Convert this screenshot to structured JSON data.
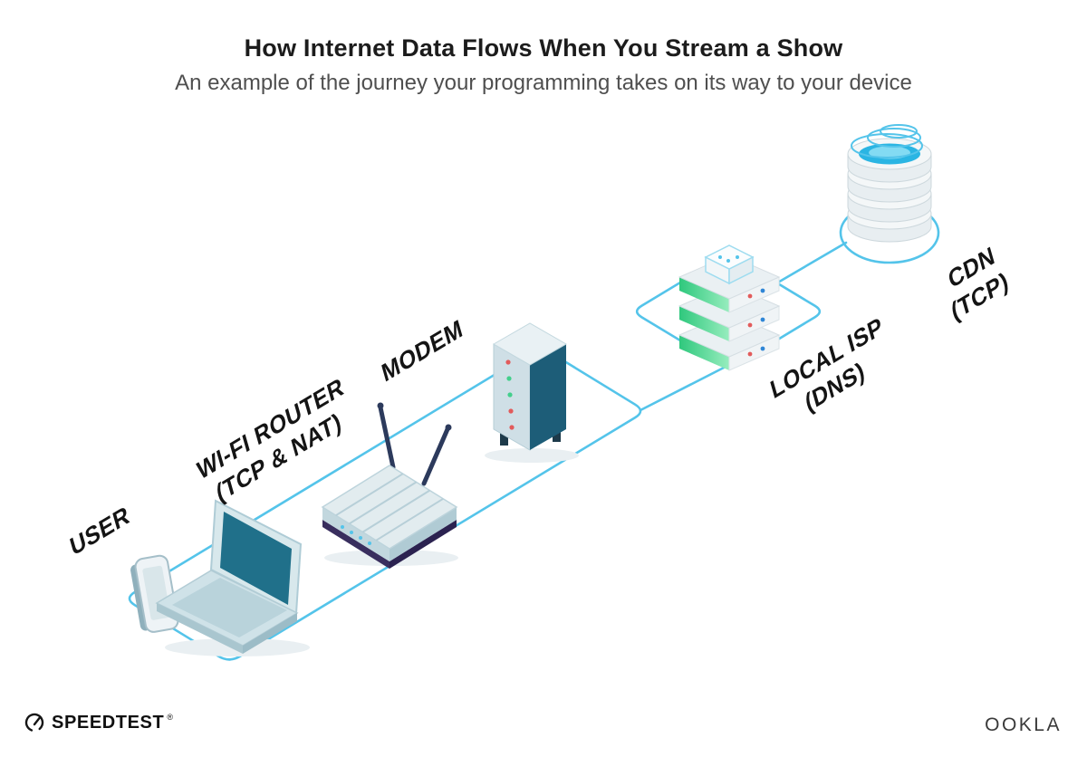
{
  "title": "How Internet Data Flows When You Stream a Show",
  "subtitle": "An example of the journey your programming takes on its way to your device",
  "labels": {
    "user": "USER",
    "router_line1": "WI-FI ROUTER",
    "router_line2": "(TCP & NAT)",
    "modem": "MODEM",
    "isp_line1": "LOCAL ISP",
    "isp_line2": "(DNS)",
    "cdn_line1": "CDN",
    "cdn_line2": "(TCP)"
  },
  "flow": [
    "USER",
    "WI-FI ROUTER (TCP & NAT)",
    "MODEM",
    "LOCAL ISP (DNS)",
    "CDN (TCP)"
  ],
  "footer": {
    "speedtest": "SPEEDTEST",
    "speedtest_mark": "®",
    "ookla": "OOKLA"
  },
  "colors": {
    "connection_line": "#54C4EA",
    "laptop_screen_teal": "#20708A",
    "modem_dark_teal": "#1D5D78",
    "router_base_purple": "#392E5E",
    "server_green": "#2FC87D",
    "led_red": "#E25B5B",
    "led_green": "#43CF8C",
    "cdn_top_cyan": "#2AB5E3",
    "label_text": "#141414",
    "subtitle_text": "#4F4F4F"
  }
}
